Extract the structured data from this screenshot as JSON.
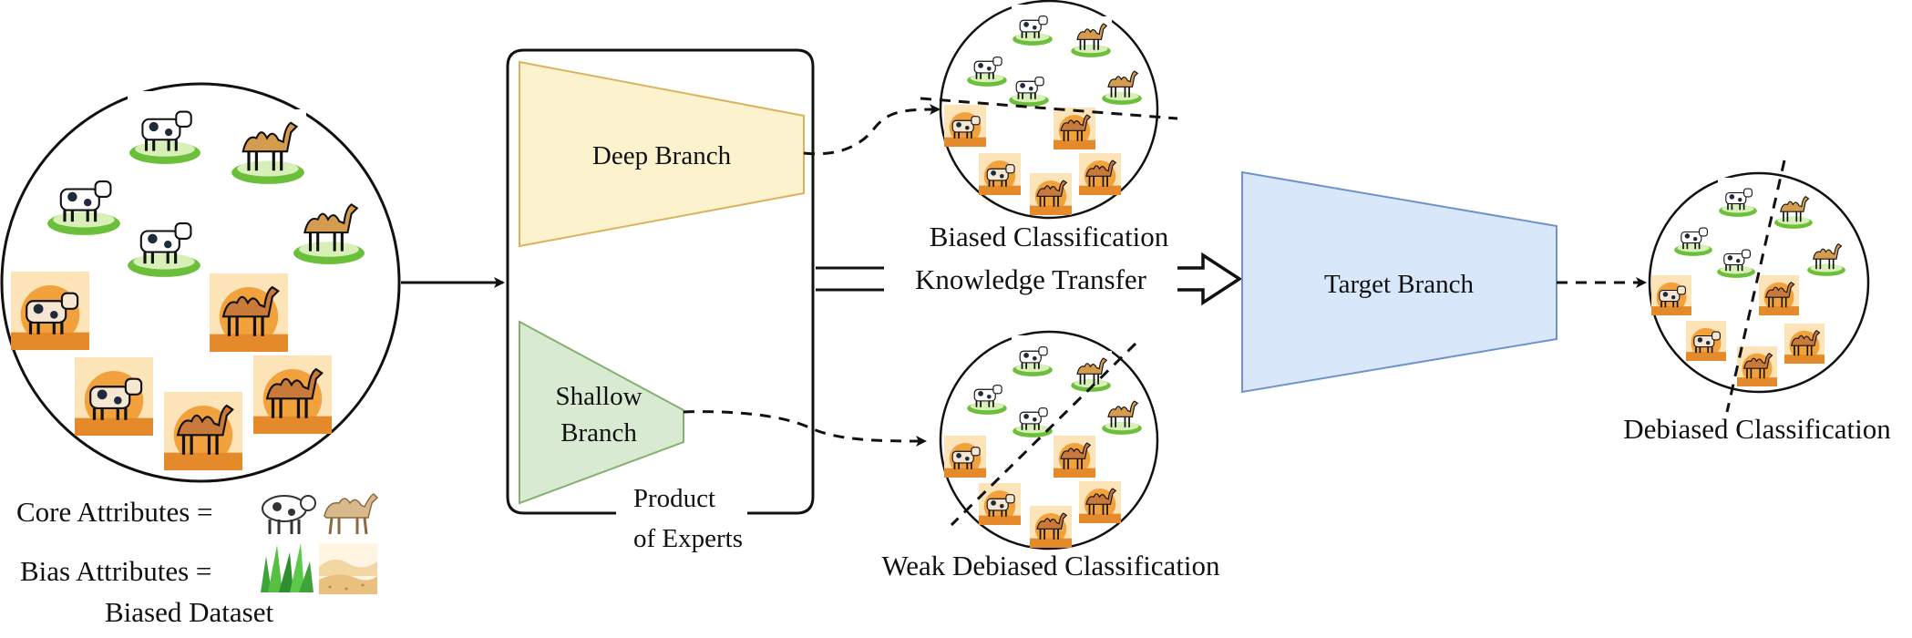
{
  "dataset": {
    "caption": "Biased Dataset",
    "core_label": "Core Attributes =",
    "bias_label": "Bias Attributes =",
    "items": [
      {
        "animal": "cow",
        "background": "grass"
      },
      {
        "animal": "camel",
        "background": "grass"
      },
      {
        "animal": "cow",
        "background": "grass"
      },
      {
        "animal": "cow",
        "background": "grass"
      },
      {
        "animal": "camel",
        "background": "grass"
      },
      {
        "animal": "cow",
        "background": "desert"
      },
      {
        "animal": "camel",
        "background": "desert"
      },
      {
        "animal": "cow",
        "background": "desert"
      },
      {
        "animal": "camel",
        "background": "desert"
      },
      {
        "animal": "camel",
        "background": "desert"
      }
    ]
  },
  "poe": {
    "caption_line1": "Product",
    "caption_line2": "of Experts",
    "deep_branch": {
      "label": "Deep Branch",
      "fill": "#FDF2CE",
      "stroke": "#D9B45E"
    },
    "shallow_branch": {
      "label_line1": "Shallow",
      "label_line2": "Branch",
      "fill": "#D9EAD3",
      "stroke": "#86B06F"
    }
  },
  "knowledge_transfer": {
    "label": "Knowledge Transfer"
  },
  "target_branch": {
    "label": "Target Branch",
    "fill": "#D9E7FA",
    "stroke": "#6F93C9"
  },
  "biased_classification": {
    "caption": "Biased Classification"
  },
  "weak_debiased_classification": {
    "caption": "Weak Debiased Classification"
  },
  "debiased_classification": {
    "caption": "Debiased Classification"
  },
  "colors": {
    "grass": "#6BBF3A",
    "grass_light": "#D8F0B8",
    "desert": "#F2A23C",
    "desert_light": "#FCE3B8",
    "cow_body": "#FFFFFF",
    "cow_dark": "#1F2A3A",
    "camel": "#D59B4E",
    "outline": "#111111"
  }
}
